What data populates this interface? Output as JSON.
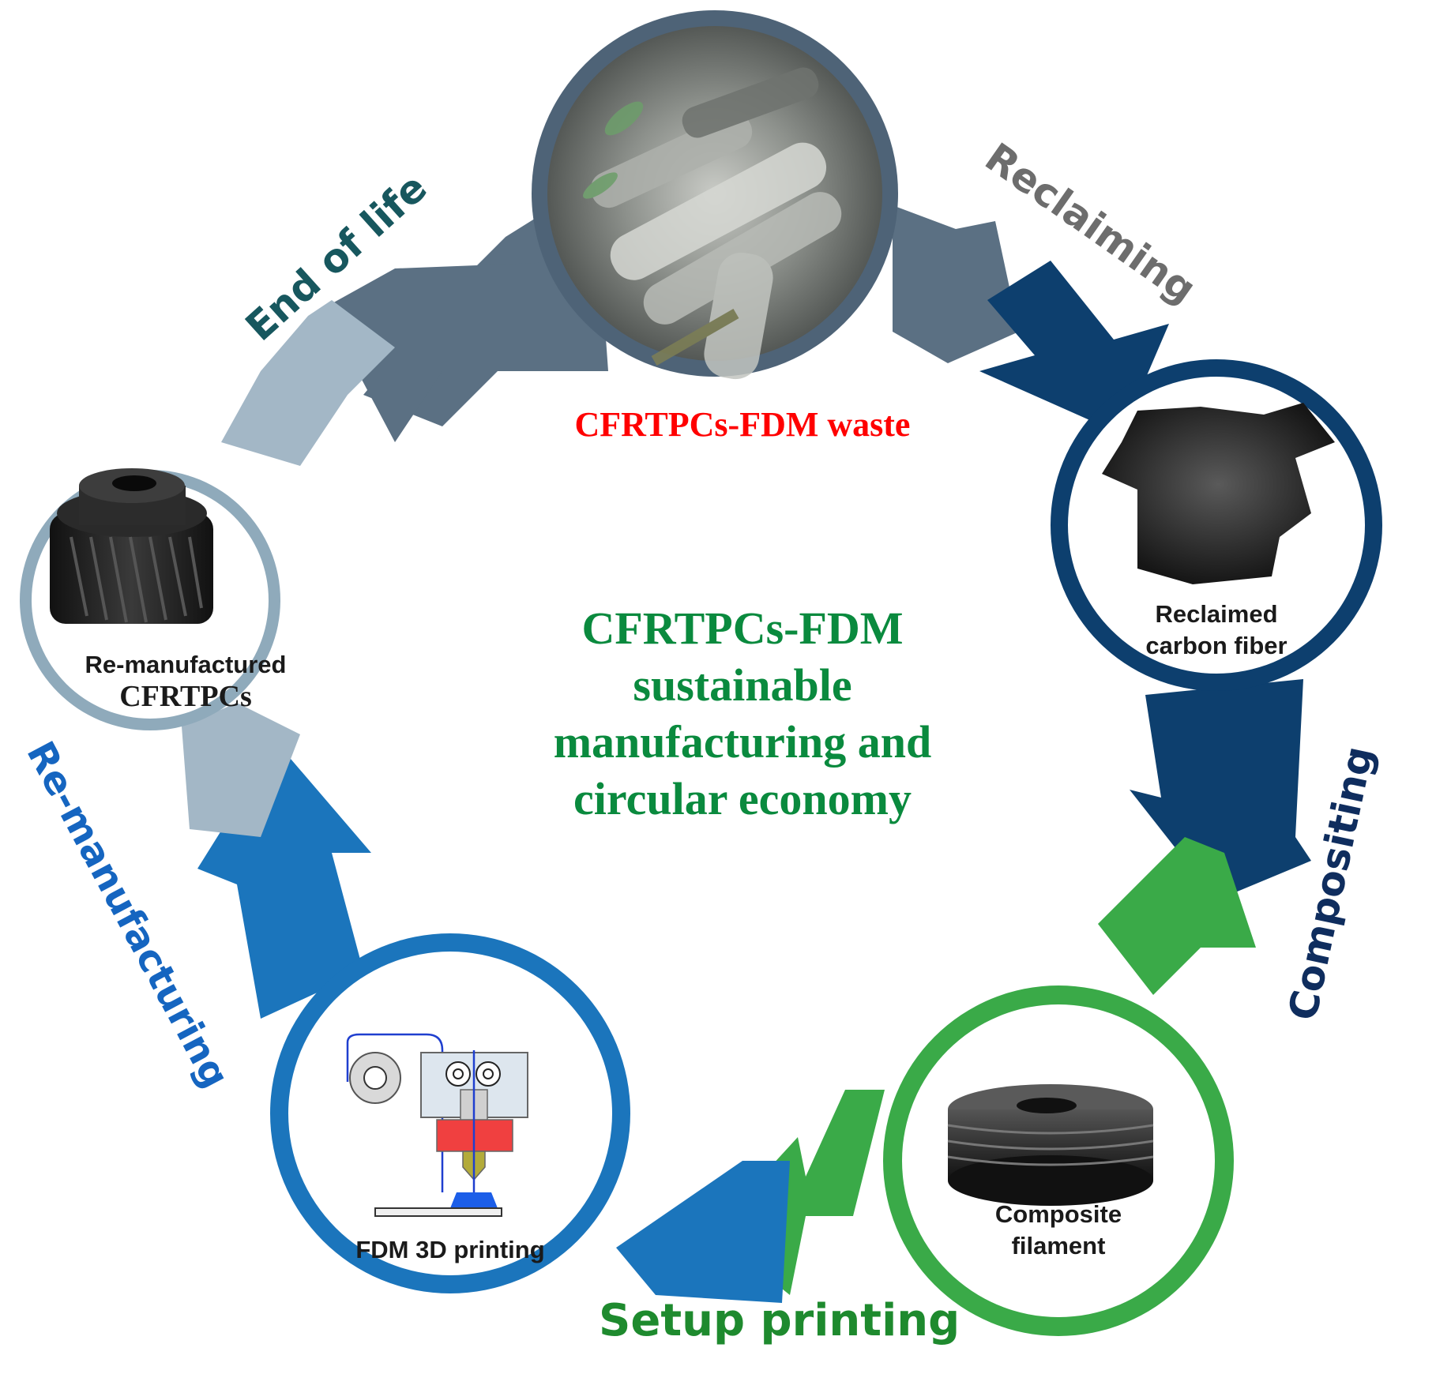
{
  "diagram": {
    "title_lines": [
      "CFRTPCs-FDM",
      "sustainable",
      "manufacturing and",
      "circular economy"
    ],
    "title_color": "#0a8a3e",
    "nodes": [
      {
        "id": "waste",
        "caption": "CFRTPCs-FDM waste",
        "caption_color": "#ff0000",
        "ring_color": "#4e6377",
        "image": "carbon-fiber-scrap-photo"
      },
      {
        "id": "reclaimed",
        "caption_lines": [
          "Reclaimed",
          "carbon fiber"
        ],
        "ring_color": "#0d3f6e",
        "image": "reclaimed-fiber-photo"
      },
      {
        "id": "filament",
        "caption_lines": [
          "Composite",
          "filament"
        ],
        "ring_color": "#3aaa48",
        "image": "filament-spool-photo"
      },
      {
        "id": "printing",
        "caption_lines": [
          "FDM 3D printing"
        ],
        "ring_color": "#1b75bc",
        "image": "fdm-printer-schematic"
      },
      {
        "id": "remanufactured",
        "caption_lines": [
          "Re-manufactured",
          "CFRTPCs"
        ],
        "ring_color": "#8faabb",
        "image": "helical-gear-photo"
      }
    ],
    "stages": [
      {
        "id": "end-of-life",
        "label": "End of life",
        "color": "#17575e",
        "arrow_color": "#5b7083"
      },
      {
        "id": "reclaiming",
        "label": "Reclaiming",
        "color": "#6d6d6d",
        "arrow_color": "#0d3f6e"
      },
      {
        "id": "compositing",
        "label": "Compositing",
        "color": "#0f2d5e",
        "arrow_color": "#0d3f6e"
      },
      {
        "id": "setup-printing",
        "label": "Setup printing",
        "color": "#1e8a2e",
        "arrow_color": "#3aaa48"
      },
      {
        "id": "re-manufacturing",
        "label": "Re-manufacturing",
        "color": "#1565c0",
        "arrow_color": "#1b75bc"
      }
    ]
  }
}
